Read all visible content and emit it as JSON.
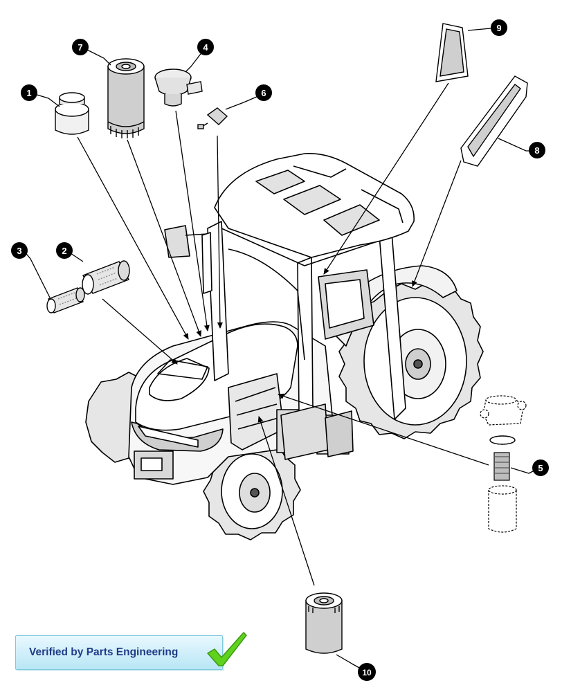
{
  "badge": {
    "text": "Verified by Parts Engineering",
    "check_color": "#5fd21e"
  },
  "callouts": [
    {
      "id": "c1",
      "label": "1"
    },
    {
      "id": "c2",
      "label": "2"
    },
    {
      "id": "c3",
      "label": "3"
    },
    {
      "id": "c4",
      "label": "4"
    },
    {
      "id": "c5",
      "label": "5"
    },
    {
      "id": "c6",
      "label": "6"
    },
    {
      "id": "c7",
      "label": "7"
    },
    {
      "id": "c8",
      "label": "8"
    },
    {
      "id": "c9",
      "label": "9"
    },
    {
      "id": "c10",
      "label": "10"
    }
  ]
}
